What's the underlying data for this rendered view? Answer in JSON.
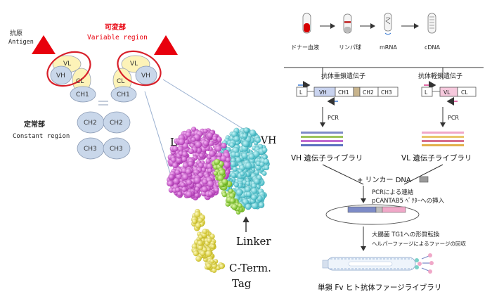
{
  "antibody": {
    "antigen_label_jp": "抗原",
    "antigen_label_en": "Antigen",
    "variable_jp": "可変部",
    "variable_en": "Variable region",
    "constant_jp": "定常部",
    "constant_en": "Constant region",
    "domains": {
      "vl_left": "VL",
      "vh_left": "VH",
      "cl_left": "CL",
      "ch1_left": "CH1",
      "vl_right": "VL",
      "vh_right": "VH",
      "cl_right": "CL",
      "ch1_right": "CH1",
      "ch2_left": "CH2",
      "ch2_right": "CH2",
      "ch3_left": "CH3",
      "ch3_right": "CH3"
    }
  },
  "structure": {
    "label_l": "L",
    "label_vh": "VH",
    "label_linker": "Linker",
    "label_cterm": "C-Term.",
    "label_tag": "Tag"
  },
  "workflow": {
    "steps": [
      "ドナー血液",
      "リンパ球",
      "mRNA",
      "cDNA"
    ],
    "heavy_title": "抗体重鎖遺伝子",
    "light_title": "抗体軽鎖遺伝子",
    "heavy_segments": [
      "L",
      "VH",
      "CH1",
      "",
      "CH2",
      "CH3"
    ],
    "light_segments": [
      "L",
      "VL",
      "CL"
    ],
    "pcr_left": "PCR",
    "pcr_right": "PCR",
    "vh_library": "VH 遺伝子ライブラリ",
    "vl_library": "VL 遺伝子ライブラリ",
    "linker_dna": "+ リンカー DNA",
    "ligation_1": "PCRによる連結",
    "ligation_2": "pCANTAB5 ﾍﾞｸﾀｰへの挿入",
    "transform_1": "大腸菌 TG1への形質転換",
    "transform_2": "ヘルパーファージによるファージの回収",
    "final": "単鎖 Fv ヒト抗体ファージライブラリ"
  },
  "colors": {
    "antigen": "#e8000d",
    "ellipse": "#d8202a",
    "variable_text": "#e8000d",
    "domain_fill": "#c9d7ea",
    "light_fill": "#fdf3b8",
    "magenta": "#d64fd8",
    "cyan": "#5fd6dc",
    "green": "#9ee03c",
    "yellow": "#f2e84a",
    "vh_bar": "#7d8bc7",
    "vl_bar": "#f0a8c8"
  }
}
